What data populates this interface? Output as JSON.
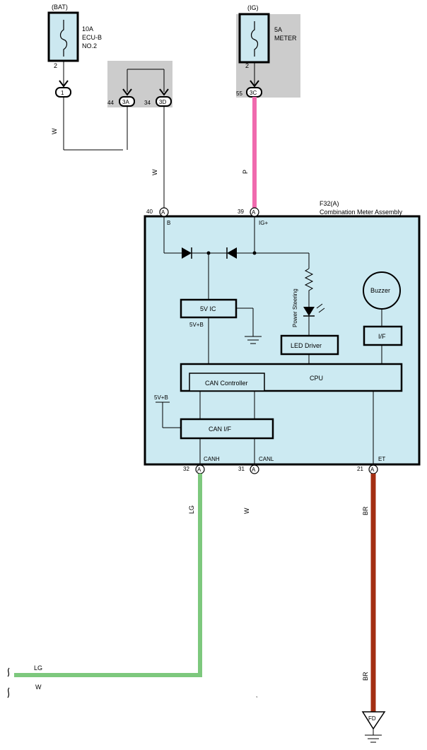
{
  "fuse_bat": {
    "source": "(BAT)",
    "rating": "10A",
    "name1": "ECU-B",
    "name2": "NO.2",
    "pin": "2",
    "connector": "1"
  },
  "fuse_ig": {
    "source": "(IG)",
    "rating": "5A",
    "name": "METER",
    "pin": "2",
    "connector_pin": "55",
    "connector": "3C"
  },
  "junction": {
    "pin_a": "44",
    "conn_a": "3A",
    "pin_b": "34",
    "conn_b": "3D"
  },
  "meter": {
    "id": "F32(A)",
    "name": "Combination Meter Assembly",
    "pin_b_num": "40",
    "pin_b_conn": "A",
    "pin_b_label": "B",
    "pin_ig_num": "39",
    "pin_ig_conn": "A",
    "pin_ig_label": "IG+",
    "pin_canh_num": "32",
    "pin_canh_conn": "A",
    "pin_canh_label": "CANH",
    "pin_canl_num": "31",
    "pin_canl_conn": "A",
    "pin_canl_label": "CANL",
    "pin_et_num": "21",
    "pin_et_conn": "A",
    "pin_et_label": "ET",
    "blocks": {
      "ic": "5V IC",
      "ic_out": "5V+B",
      "led_driver": "LED Driver",
      "led_name": "Power Steering",
      "buzzer": "Buzzer",
      "if": "I/F",
      "cpu": "CPU",
      "can_controller": "CAN Controller",
      "can_if": "CAN I/F",
      "can_if_supply": "5V+B"
    }
  },
  "wires": {
    "w_top": "W",
    "w_mid": "W",
    "p": "P",
    "lg": "LG",
    "w_canl": "W",
    "br": "BR",
    "lg_bottom": "LG",
    "w_bottom": "W",
    "br_bottom": "BR"
  },
  "ground": {
    "label": "FD"
  },
  "colors": {
    "fuse_fill": "#cce8f0",
    "module_fill": "#cceaf2",
    "shade": "#cccccc",
    "pink": "#f06aae",
    "green": "#7dc87d",
    "brown": "#a32e12"
  }
}
